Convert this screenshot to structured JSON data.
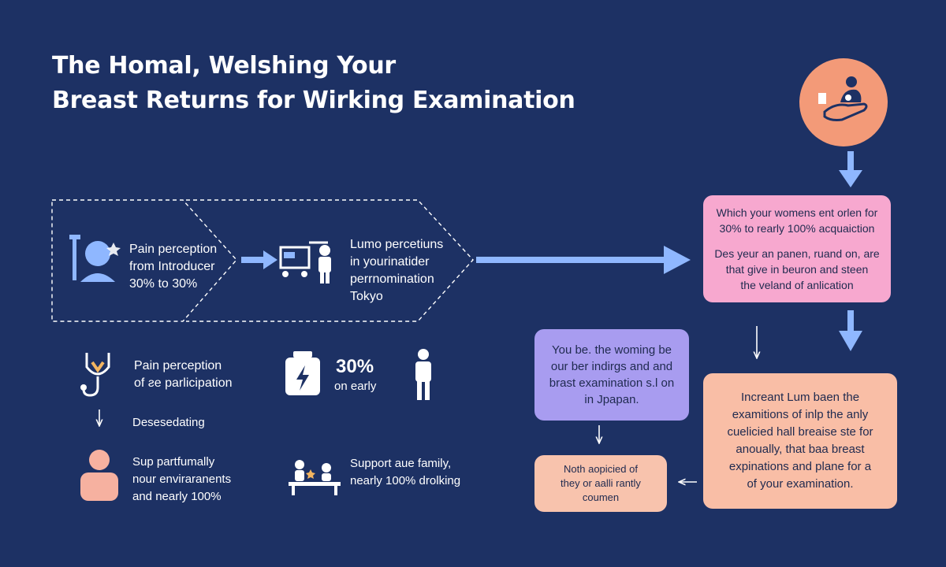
{
  "title": {
    "line1": "The Homal, Welshing Your",
    "line2": "Breast Returns for Wirking Examination"
  },
  "colors": {
    "background": "#1d3164",
    "accent_blue": "#8fb7ff",
    "pink": "#f7a8cf",
    "purple": "#a89cf0",
    "peach": "#f8c3ad",
    "salmon": "#f9bea6",
    "orange": "#f39a78"
  },
  "flow_top": {
    "step1": {
      "icon": "person-with-drip-icon",
      "lines": [
        "Pain perception",
        "from Introducer",
        "30% to 30%"
      ]
    },
    "step2": {
      "icon": "worker-with-cart-icon",
      "lines": [
        "Lumo percetiuns",
        "in yourinatider",
        "perrnomination",
        "Tokyo"
      ]
    }
  },
  "left_items": {
    "pain": {
      "icon": "stethoscope-icon",
      "lines": [
        "Pain perception",
        "of ƨe parlicipation"
      ]
    },
    "stat": {
      "icon": "battery-bolt-icon",
      "value": "30%",
      "caption": "on early",
      "person_icon": "standing-person-icon"
    },
    "desesedating": "Desesedating",
    "support_left": {
      "icon": "person-icon",
      "lines": [
        "Sup partfumally",
        "nour enviraranents",
        "and nearly 100%"
      ]
    },
    "support_right": {
      "icon": "family-at-table-icon",
      "lines": [
        "Support aue family,",
        "nearly 100% drolking"
      ]
    }
  },
  "boxes": {
    "pink": [
      "Which your womens ent orlen for",
      "30% to rearly 100% acquaiction",
      "",
      "Des yeur an panen, ruand on, are",
      "that give in beuron and steen",
      "the veland of anlication"
    ],
    "purple": [
      "You be. the woming be",
      "our ber indirgs and and",
      "brast examination s.l on",
      "in Jpapan."
    ],
    "peach": [
      "Noth aopicied of",
      "they or aalli rantly",
      "coumen"
    ],
    "salmon": [
      "Increant Lum baen the",
      "examitions of inlp the anly",
      "cuelicied hall breaise ste for",
      "anoually, that baa breast",
      "expinations and plane for a",
      "of your examination."
    ]
  },
  "hero": {
    "icon": "caregiver-hand-icon"
  }
}
